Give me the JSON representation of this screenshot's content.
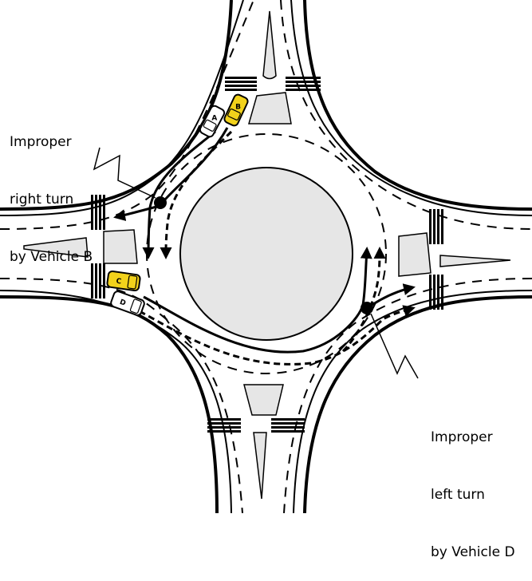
{
  "annotations": {
    "right_turn": [
      "Improper",
      "right turn",
      "by Vehicle B"
    ],
    "left_turn": [
      "Improper",
      "left turn",
      "by Vehicle D"
    ]
  },
  "vehicles": [
    {
      "id": "A",
      "color": "#ffffff"
    },
    {
      "id": "B",
      "color": "#f2d21b"
    },
    {
      "id": "C",
      "color": "#f2d21b"
    },
    {
      "id": "D",
      "color": "#ffffff"
    }
  ],
  "colors": {
    "road": "#ffffff",
    "island": "#e6e6e6",
    "line": "#000000",
    "highlight_vehicle": "#f2d21b"
  }
}
